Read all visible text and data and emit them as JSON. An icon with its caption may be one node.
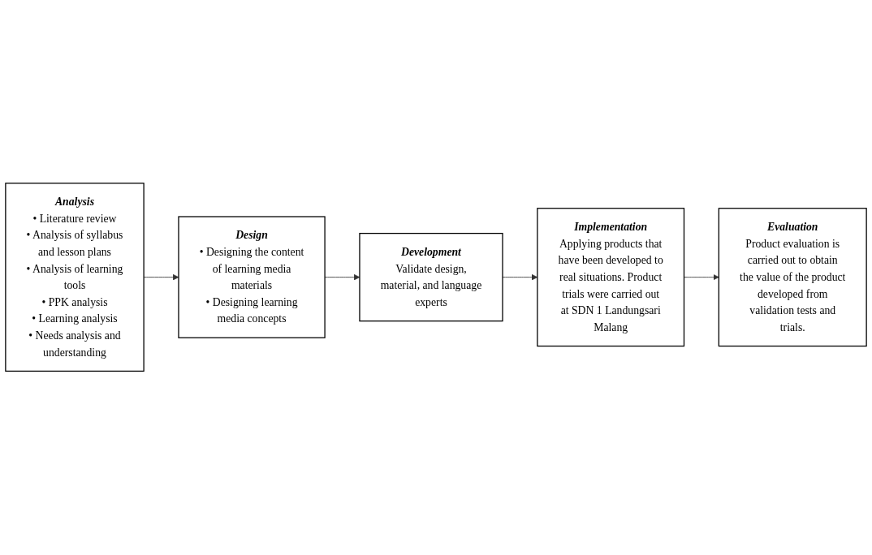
{
  "diagram": {
    "nodes": [
      {
        "text": [
          "Analysis",
          "• Literature review",
          "• Analysis of syllabus and lesson plans",
          "• Analysis of learning tools",
          "• PPK analysis",
          "• Learning analysis",
          "• Needs analysis and understanding"
        ]
      },
      {
        "text": [
          "Design",
          "• Designing the content of learning media materials",
          "• Designing learning media concepts"
        ]
      },
      {
        "text": [
          "Development",
          "Validate design, material, and language experts"
        ]
      },
      {
        "text": [
          "Implementation",
          "Applying products that have been developed to real situations. Product trials were carried out at SDN 1 Landungsari Malang"
        ]
      },
      {
        "text": [
          "Evaluation",
          "Product evaluation is carried out to obtain the value of the product developed from validation tests and trials."
        ]
      }
    ],
    "edges": [
      {
        "from": 0,
        "to": 1,
        "arrow": "to"
      },
      {
        "from": 1,
        "to": 2,
        "arrow": "to"
      },
      {
        "from": 2,
        "to": 3,
        "arrow": "to"
      },
      {
        "from": 3,
        "to": 4,
        "arrow": "to"
      }
    ]
  }
}
